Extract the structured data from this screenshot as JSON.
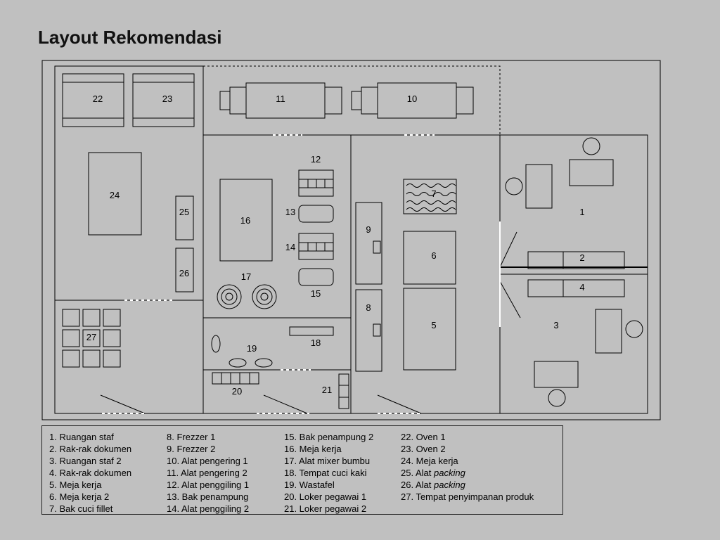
{
  "page": {
    "title": "Layout Rekomendasi"
  },
  "plan_labels": {
    "r1": "1",
    "r2": "2",
    "r3": "3",
    "r4": "4",
    "r5": "5",
    "r6": "6",
    "r7": "7",
    "r8": "8",
    "r9": "9",
    "r10": "10",
    "r11": "11",
    "r12": "12",
    "r13": "13",
    "r14": "14",
    "r15": "15",
    "r16": "16",
    "r17": "17",
    "r18": "18",
    "r19": "19",
    "r20": "20",
    "r21": "21",
    "r22": "22",
    "r23": "23",
    "r24": "24",
    "r25": "25",
    "r26": "26",
    "r27": "27"
  },
  "legend": {
    "col1": [
      "1. Ruangan staf",
      "2. Rak-rak dokumen",
      "3. Ruangan staf 2",
      "4. Rak-rak dokumen",
      "5. Meja kerja",
      "6. Meja kerja 2",
      "7. Bak cuci fillet"
    ],
    "col2": [
      "8. Frezzer 1",
      "9. Frezzer 2",
      "10. Alat pengering 1",
      "11. Alat pengering 2",
      "12. Alat penggiling 1",
      "13. Bak penampung",
      "14. Alat penggiling 2"
    ],
    "col3": [
      "15. Bak penampung 2",
      "16. Meja kerja",
      "17. Alat mixer bumbu",
      "18. Tempat cuci kaki",
      "19. Wastafel",
      "20. Loker pegawai 1",
      "21. Loker pegawai 2"
    ],
    "col4": [
      {
        "prefix": "22. Oven 1",
        "italic": ""
      },
      {
        "prefix": "23. Oven 2",
        "italic": ""
      },
      {
        "prefix": "24. Meja kerja",
        "italic": ""
      },
      {
        "prefix": "25. Alat ",
        "italic": "packing"
      },
      {
        "prefix": "26. Alat ",
        "italic": "packing"
      },
      {
        "prefix": "27. Tempat penyimpanan produk",
        "italic": ""
      }
    ]
  }
}
